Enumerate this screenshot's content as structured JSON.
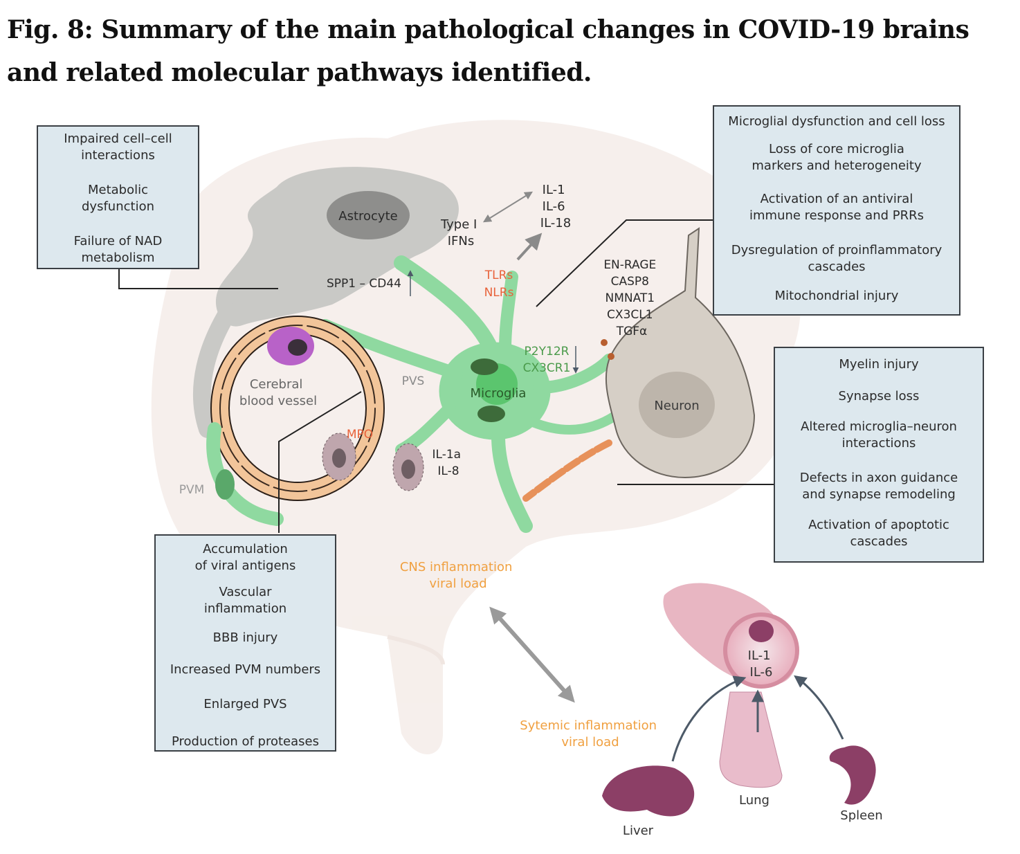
{
  "figure": {
    "title": "Fig. 8: Summary of the main pathological changes in COVID-19 brains and related molecular pathways identified."
  },
  "boxes": {
    "top_left": [
      "Impaired cell–cell\ninteractions",
      "Metabolic\ndysfunction",
      "Failure of NAD\nmetabolism"
    ],
    "top_right_heading": "Microglial dysfunction and cell loss",
    "top_right": [
      "Loss of core microglia\nmarkers and heterogeneity",
      "Activation of an antiviral\nimmune response and PRRs",
      "Dysregulation of proinflammatory\ncascades",
      "Mitochondrial injury"
    ],
    "right": [
      "Myelin injury",
      "Synapse loss",
      "Altered microglia–neuron\ninteractions",
      "Defects in axon guidance\nand synapse remodeling",
      "Activation of apoptotic\ncascades"
    ],
    "bottom_left": [
      "Accumulation\nof viral antigens",
      "Vascular\ninflammation",
      "BBB injury",
      "Increased PVM numbers",
      "Enlarged PVS",
      "Production of proteases"
    ]
  },
  "labels": {
    "astrocyte": "Astrocyte",
    "type1_ifns": [
      "Type I",
      "IFNs"
    ],
    "cytokines_top": [
      "IL-1",
      "IL-6",
      "IL-18"
    ],
    "tlrs": "TLRs",
    "nlrs": "NLRs",
    "spp1_cd44": "SPP1 – CD44",
    "cerebral_vessel": [
      "Cerebral",
      "blood vessel"
    ],
    "pvs": "PVS",
    "microglia": "Microglia",
    "p2y12r": "P2Y12R",
    "cx3cr1": "CX3CR1",
    "neuron": "Neuron",
    "neuron_markers": [
      "EN-RAGE",
      "CASP8",
      "NMNAT1",
      "CX3CL1",
      "TGFα"
    ],
    "mpo": "MPO",
    "cytokines_mid": [
      "IL-1a",
      "IL-8"
    ],
    "pvm": "PVM",
    "cns_inflammation": [
      "CNS inflammation",
      "viral load"
    ],
    "systemic_inflammation": [
      "Sytemic inflammation",
      "viral load"
    ],
    "vessel_cytokines": [
      "IL-1",
      "IL-6"
    ],
    "liver": "Liver",
    "lung": "Lung",
    "spleen": "Spleen"
  },
  "colors": {
    "box_fill": "#dde8ee",
    "microglia_green": "#8fd9a0",
    "orange_label": "#f0a040",
    "red_label": "#e8623a",
    "green_label": "#4a9a4a",
    "organ_purple": "#8c3f66"
  }
}
